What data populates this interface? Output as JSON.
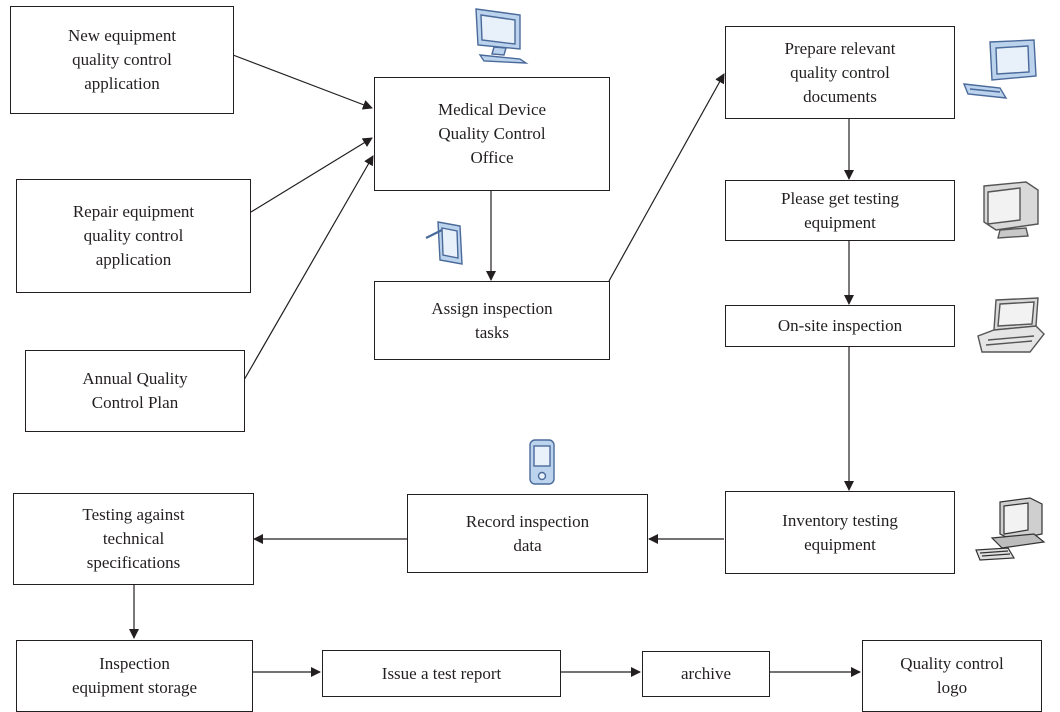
{
  "nodes": {
    "new_equipment": "New equipment\nquality control\napplication",
    "repair_equipment": "Repair equipment\nquality control\napplication",
    "annual_plan": "Annual Quality\nControl Plan",
    "qc_office": "Medical Device\nQuality Control\nOffice",
    "assign_tasks": "Assign inspection\ntasks",
    "prepare_documents": "Prepare relevant\nquality control\ndocuments",
    "get_equipment": "Please get testing\nequipment",
    "onsite_inspection": "On-site inspection",
    "inventory_equipment": "Inventory testing\nequipment",
    "record_data": "Record inspection\ndata",
    "testing_specs": "Testing against\ntechnical\nspecifications",
    "storage": "Inspection\nequipment storage",
    "issue_report": "Issue a test report",
    "archive": "archive",
    "qc_logo": "Quality control\nlogo"
  },
  "icons": {
    "qc_office": "desktop-monitor-icon",
    "assign_tasks": "tablet-stylus-icon",
    "prepare_documents": "computer-keyboard-icon",
    "get_equipment": "crt-monitor-icon",
    "onsite_inspection": "laptop-icon",
    "inventory_equipment": "desktop-workstation-icon",
    "record_data": "handheld-pda-icon"
  },
  "colors": {
    "line": "#231f20",
    "icon_fill": "#bcd3ee",
    "icon_stroke": "#4a6a9a"
  }
}
